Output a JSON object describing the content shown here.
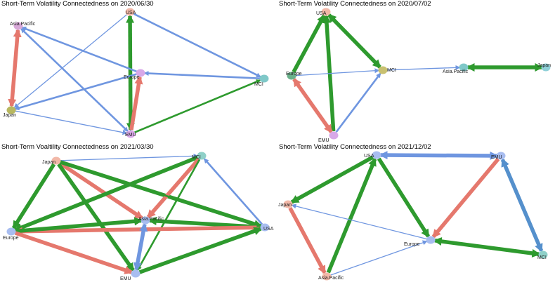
{
  "colors": {
    "green": "#2e9a2e",
    "red": "#e5786d",
    "blue": "#6f96e0",
    "steel": "#5590cc"
  },
  "panels": [
    {
      "title": "Short-Term Volatility Connectedness on 2020/06/30",
      "nodes": [
        {
          "id": "USA",
          "label": "USA",
          "color": "#f2b8a8"
        },
        {
          "id": "Asia.Pacific",
          "label": "Asia.Pacific",
          "color": "#d8a8d8"
        },
        {
          "id": "Europe",
          "label": "Europe",
          "color": "#d8a8e8"
        },
        {
          "id": "MCI",
          "label": "MCI",
          "color": "#7fc8c8"
        },
        {
          "id": "Japan",
          "label": "Japan",
          "color": "#b8b860"
        },
        {
          "id": "EMU",
          "label": "EMU",
          "color": "#d8a8e8"
        }
      ],
      "edges": [
        {
          "from": "Japan",
          "to": "Asia.Pacific",
          "color": "red",
          "weight": "heavy",
          "style": "double"
        },
        {
          "from": "EMU",
          "to": "USA",
          "color": "green",
          "weight": "heavy",
          "style": "double"
        },
        {
          "from": "EMU",
          "to": "Europe",
          "color": "red",
          "weight": "heavy",
          "style": "arrow"
        },
        {
          "from": "EMU",
          "to": "MCI",
          "color": "green",
          "weight": "medium",
          "style": "arrow"
        },
        {
          "from": "Europe",
          "to": "Asia.Pacific",
          "color": "blue",
          "weight": "medium",
          "style": "arrow"
        },
        {
          "from": "USA",
          "to": "MCI",
          "color": "blue",
          "weight": "medium",
          "style": "arrow"
        },
        {
          "from": "MCI",
          "to": "Europe",
          "color": "blue",
          "weight": "medium",
          "style": "arrow"
        },
        {
          "from": "USA",
          "to": "Japan",
          "color": "blue",
          "weight": "thin",
          "style": "arrow"
        },
        {
          "from": "Europe",
          "to": "Japan",
          "color": "blue",
          "weight": "medium",
          "style": "arrow"
        },
        {
          "from": "Asia.Pacific",
          "to": "EMU",
          "color": "blue",
          "weight": "medium",
          "style": "arrow"
        },
        {
          "from": "Japan",
          "to": "EMU",
          "color": "blue",
          "weight": "thin",
          "style": "arrow"
        },
        {
          "from": "EMU",
          "to": "Asia.Pacific",
          "color": "blue",
          "weight": "thin",
          "style": "arrow"
        }
      ]
    },
    {
      "title": "Short-Term Volatility Connectedness on 2020/07/02",
      "nodes": [
        {
          "id": "USA",
          "label": "USA",
          "color": "#f2b8a8"
        },
        {
          "id": "MCI",
          "label": "MCI",
          "color": "#c8c070"
        },
        {
          "id": "Europe",
          "label": "Europe",
          "color": "#6ab08a"
        },
        {
          "id": "Asia.Pacific",
          "label": "Asia.Pacific",
          "color": "#7fc8c8"
        },
        {
          "id": "Japan",
          "label": "Japan",
          "color": "#8fd0d8"
        },
        {
          "id": "EMU",
          "label": "EMU",
          "color": "#d8a8e8"
        }
      ],
      "edges": [
        {
          "from": "Europe",
          "to": "USA",
          "color": "green",
          "weight": "heavy",
          "style": "arrow"
        },
        {
          "from": "EMU",
          "to": "USA",
          "color": "green",
          "weight": "heavy",
          "style": "arrow"
        },
        {
          "from": "USA",
          "to": "MCI",
          "color": "green",
          "weight": "heavy",
          "style": "double"
        },
        {
          "from": "EMU",
          "to": "Europe",
          "color": "red",
          "weight": "heavy",
          "style": "double"
        },
        {
          "from": "Europe",
          "to": "MCI",
          "color": "blue",
          "weight": "thin",
          "style": "arrow"
        },
        {
          "from": "EMU",
          "to": "MCI",
          "color": "blue",
          "weight": "medium",
          "style": "arrow"
        },
        {
          "from": "MCI",
          "to": "Asia.Pacific",
          "color": "blue",
          "weight": "thin",
          "style": "arrow"
        },
        {
          "from": "Asia.Pacific",
          "to": "Japan",
          "color": "green",
          "weight": "heavy",
          "style": "double"
        }
      ]
    },
    {
      "title": "Short-Term Voaltility Connectedness on 2021/03/30",
      "nodes": [
        {
          "id": "Japan",
          "label": "Japan",
          "color": "#f2b8a8"
        },
        {
          "id": "MCI",
          "label": "MCI",
          "color": "#8fd0c8"
        },
        {
          "id": "Asia.Pacific",
          "label": "Asia.Pacific",
          "color": "#a8bdf0"
        },
        {
          "id": "USA",
          "label": "USA",
          "color": "#a8bdf0"
        },
        {
          "id": "Europe",
          "label": "Europe",
          "color": "#a8bdf0"
        },
        {
          "id": "EMU",
          "label": "EMU",
          "color": "#a8bdf0"
        }
      ],
      "edges": [
        {
          "from": "Japan",
          "to": "MCI",
          "color": "blue",
          "weight": "thin",
          "style": "arrow"
        },
        {
          "from": "Japan",
          "to": "Europe",
          "color": "green",
          "weight": "heavy",
          "style": "arrow"
        },
        {
          "from": "Japan",
          "to": "Asia.Pacific",
          "color": "red",
          "weight": "heavy",
          "style": "arrow"
        },
        {
          "from": "Japan",
          "to": "USA",
          "color": "green",
          "weight": "heavy",
          "style": "arrow"
        },
        {
          "from": "Japan",
          "to": "EMU",
          "color": "green",
          "weight": "heavy",
          "style": "arrow"
        },
        {
          "from": "MCI",
          "to": "Europe",
          "color": "green",
          "weight": "heavy",
          "style": "arrow"
        },
        {
          "from": "MCI",
          "to": "Asia.Pacific",
          "color": "red",
          "weight": "heavy",
          "style": "arrow"
        },
        {
          "from": "MCI",
          "to": "EMU",
          "color": "green",
          "weight": "medium",
          "style": "arrow"
        },
        {
          "from": "USA",
          "to": "MCI",
          "color": "blue",
          "weight": "medium",
          "style": "arrow"
        },
        {
          "from": "USA",
          "to": "Asia.Pacific",
          "color": "green",
          "weight": "heavy",
          "style": "arrow"
        },
        {
          "from": "USA",
          "to": "Europe",
          "color": "red",
          "weight": "heavy",
          "style": "arrow"
        },
        {
          "from": "Europe",
          "to": "Asia.Pacific",
          "color": "green",
          "weight": "heavy",
          "style": "arrow"
        },
        {
          "from": "Europe",
          "to": "EMU",
          "color": "red",
          "weight": "heavy",
          "style": "arrow"
        },
        {
          "from": "Asia.Pacific",
          "to": "EMU",
          "color": "blue",
          "weight": "heavy",
          "style": "double"
        },
        {
          "from": "EMU",
          "to": "USA",
          "color": "green",
          "weight": "heavy",
          "style": "arrow"
        },
        {
          "from": "Japan",
          "to": "USA",
          "color": "green",
          "weight": "medium",
          "style": "arrow"
        }
      ]
    },
    {
      "title": "Short-Term Volatility Connectedness on 2021/12/02",
      "nodes": [
        {
          "id": "USA",
          "label": "USA",
          "color": "#a8bdf0"
        },
        {
          "id": "EMU",
          "label": "EMU",
          "color": "#a8bdf0"
        },
        {
          "id": "Japan",
          "label": "Japan",
          "color": "#f2b8a8"
        },
        {
          "id": "Europe",
          "label": "Europe",
          "color": "#a8bdf0"
        },
        {
          "id": "MCI",
          "label": "MCI",
          "color": "#8fd0c8"
        },
        {
          "id": "Asia.Pacific",
          "label": "Asia.Pacific",
          "color": "#f2b8a8"
        }
      ],
      "edges": [
        {
          "from": "USA",
          "to": "EMU",
          "color": "blue",
          "weight": "heavy",
          "style": "double"
        },
        {
          "from": "USA",
          "to": "Japan",
          "color": "green",
          "weight": "heavy",
          "style": "arrow"
        },
        {
          "from": "USA",
          "to": "Europe",
          "color": "green",
          "weight": "heavy",
          "style": "arrow"
        },
        {
          "from": "Asia.Pacific",
          "to": "USA",
          "color": "green",
          "weight": "heavy",
          "style": "arrow"
        },
        {
          "from": "EMU",
          "to": "Europe",
          "color": "red",
          "weight": "heavy",
          "style": "arrow"
        },
        {
          "from": "MCI",
          "to": "EMU",
          "color": "steel",
          "weight": "heavy",
          "style": "double"
        },
        {
          "from": "Europe",
          "to": "MCI",
          "color": "green",
          "weight": "heavy",
          "style": "double"
        },
        {
          "from": "Europe",
          "to": "Japan",
          "color": "blue",
          "weight": "thin",
          "style": "arrow"
        },
        {
          "from": "Japan",
          "to": "Asia.Pacific",
          "color": "red",
          "weight": "heavy",
          "style": "arrow"
        },
        {
          "from": "Asia.Pacific",
          "to": "Europe",
          "color": "blue",
          "weight": "thin",
          "style": "arrow"
        }
      ]
    }
  ]
}
